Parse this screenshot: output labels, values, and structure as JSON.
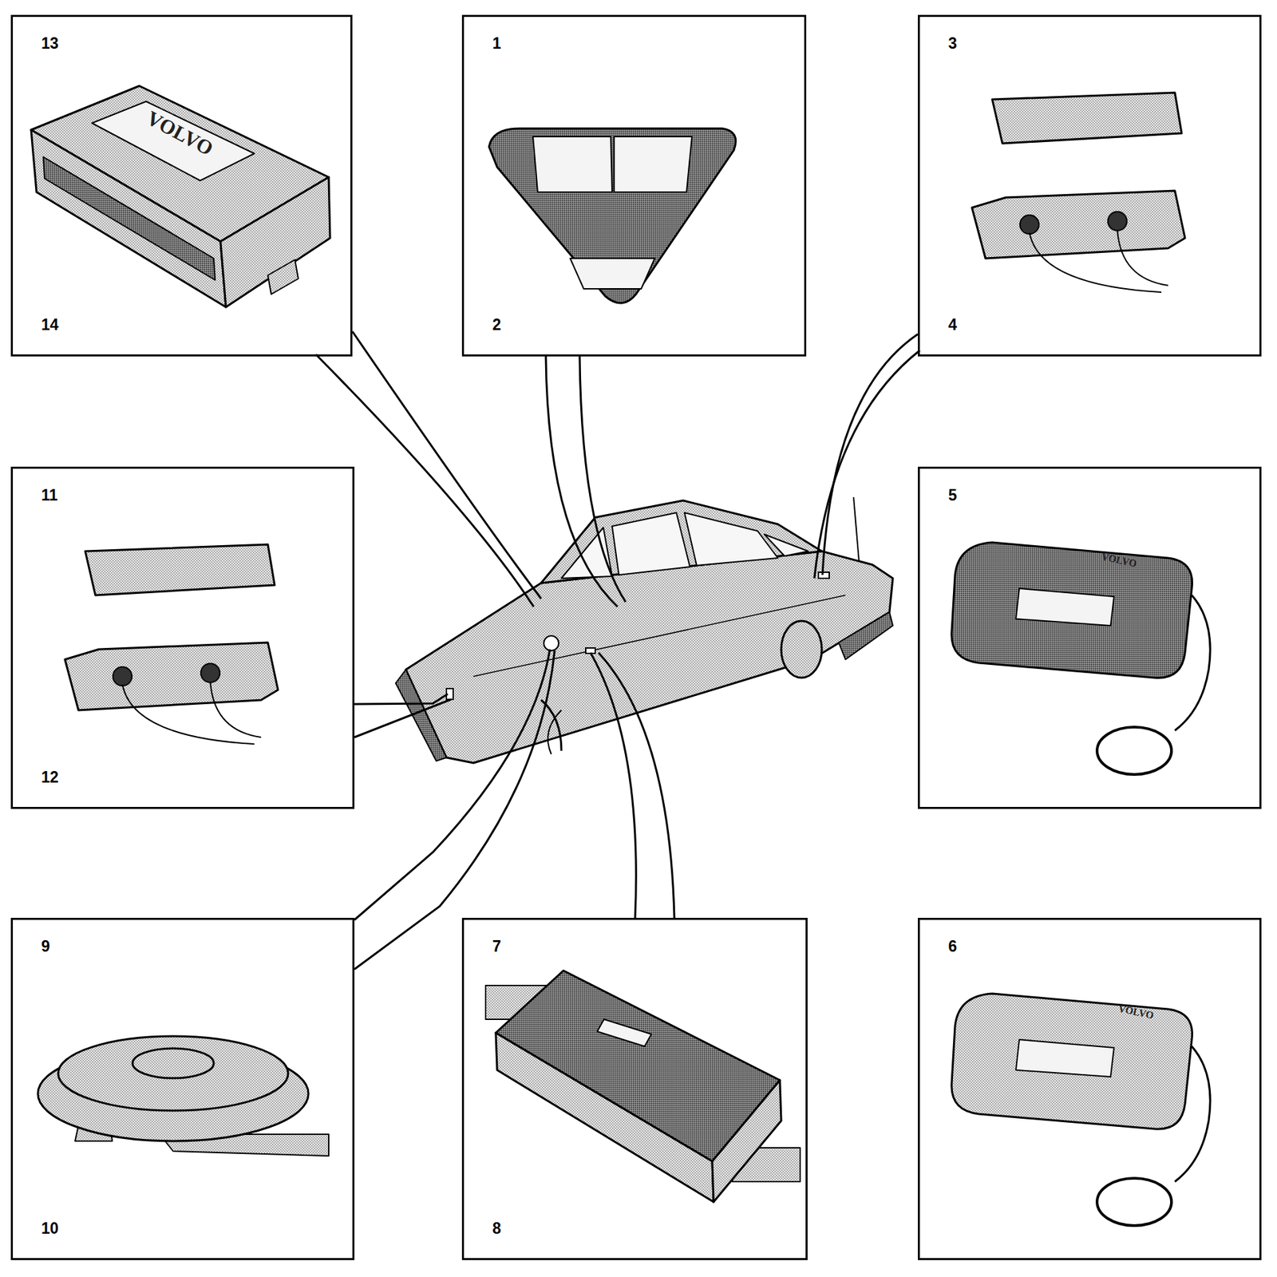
{
  "diagram": {
    "nodes": [
      {
        "text": [
          "13",
          "14"
        ]
      },
      {
        "text": [
          "1",
          "2"
        ]
      },
      {
        "text": [
          "3",
          "4"
        ]
      },
      {
        "text": [
          "11",
          "12"
        ]
      },
      {
        "text": [
          "5"
        ]
      },
      {
        "text": [
          "9",
          "10"
        ]
      },
      {
        "text": [
          "7",
          "8"
        ]
      },
      {
        "text": [
          "6"
        ]
      }
    ],
    "labels": [
      "VOLVO",
      "VOLVO",
      "VOLVO"
    ]
  }
}
